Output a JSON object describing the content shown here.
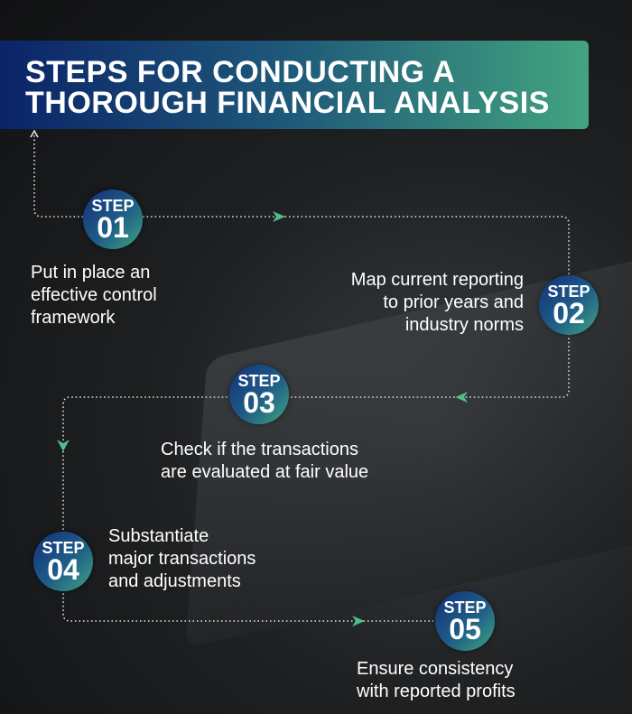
{
  "title": {
    "line1": "STEPS FOR CONDUCTING A",
    "line2": "THOROUGH FINANCIAL ANALYSIS"
  },
  "colors": {
    "gradient_start": "#0b2468",
    "gradient_end": "#43a47f",
    "arrow": "#4fbf8a"
  },
  "steps": [
    {
      "label": "STEP",
      "number": "01",
      "lines": [
        "Put in place an",
        "effective control",
        "framework"
      ]
    },
    {
      "label": "STEP",
      "number": "02",
      "lines": [
        "Map current reporting",
        "to prior years and",
        "industry norms"
      ]
    },
    {
      "label": "STEP",
      "number": "03",
      "lines": [
        "Check if the transactions",
        "are evaluated at fair value"
      ]
    },
    {
      "label": "STEP",
      "number": "04",
      "lines": [
        "Substantiate",
        "major transactions",
        "and adjustments"
      ]
    },
    {
      "label": "STEP",
      "number": "05",
      "lines": [
        "Ensure consistency",
        "with reported profits"
      ]
    }
  ]
}
